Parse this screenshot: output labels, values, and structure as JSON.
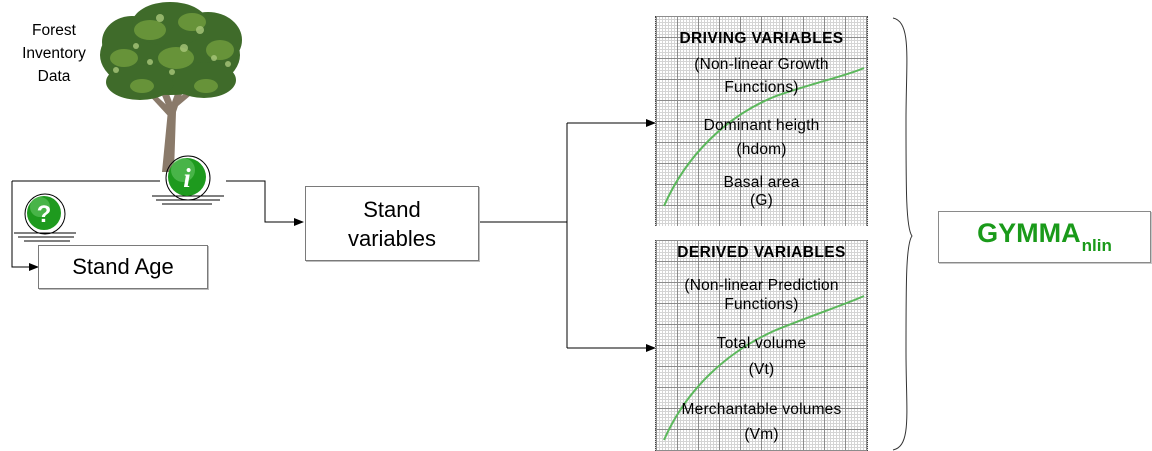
{
  "source": {
    "lines": [
      "Forest",
      "Inventory",
      "Data"
    ]
  },
  "stand_age": {
    "label": "Stand Age"
  },
  "stand_variables": {
    "lines": [
      "Stand",
      "variables"
    ]
  },
  "driving_panel": {
    "heading": "DRIVING VARIABLES",
    "subtitle_lines": [
      "(Non-linear Growth",
      "Functions)"
    ],
    "item1_lines": [
      "Dominant heigth",
      "(hdom)"
    ],
    "item2_lines": [
      "Basal area",
      "(G)"
    ]
  },
  "derived_panel": {
    "heading": "DERIVED VARIABLES",
    "subtitle_lines": [
      "(Non-linear Prediction",
      "Functions)"
    ],
    "item1_lines": [
      "Total volume",
      "(Vt)"
    ],
    "item2_lines": [
      "Merchantable volumes",
      "(Vm)"
    ]
  },
  "model": {
    "name": "GYMMA",
    "subscript": "nlin"
  },
  "icons": {
    "info": "info-icon",
    "question": "question-icon",
    "tree": "tree-icon",
    "curve": "growth-curve-icon"
  },
  "colors": {
    "icon_green": "#1e9a1e",
    "curve_green": "#5cb85c",
    "title_green": "#1a9a1a"
  }
}
